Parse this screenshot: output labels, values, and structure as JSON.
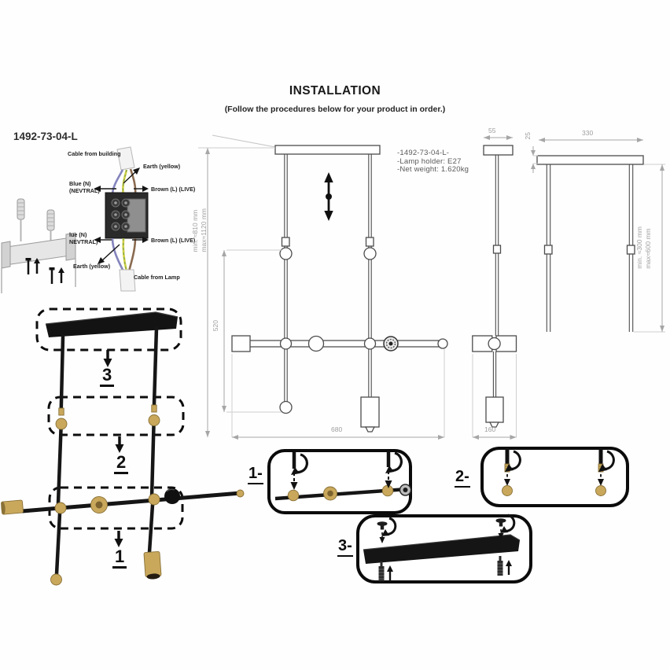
{
  "header": {
    "title": "INSTALLATION",
    "subtitle": "(Follow the procedures below for your product in order.)"
  },
  "model_code": "1492-73-04-L",
  "wiring": {
    "cable_from_building": "Cable from building",
    "earth_top": "Earth (yellow)",
    "neutral_top_line1": "Blue (N)",
    "neutral_top_line2": "(NEVTRAL)",
    "live_top": "Brown (L) (LIVE)",
    "neutral_bottom_line1": "lue (N)",
    "neutral_bottom_line2": "NEVTRAL)",
    "live_bottom": "Brown (L) (LIVE)",
    "earth_bottom": "Earth (yellow)",
    "cable_from_lamp": "Cable from Lamp"
  },
  "specs": {
    "model": "-1492-73-04-L-",
    "lamp_holder": "-Lamp holder: E27",
    "net_weight": "-Net weight: 1.620kg"
  },
  "front_view": {
    "height_min": "min. ≈810 mm",
    "height_max": "max≈1120 mm",
    "drop": "520",
    "width": "680"
  },
  "side_view": {
    "canopy_width": "55",
    "canopy_thickness": "25",
    "canopy_length": "330",
    "rod_min": "min. ≈300 mm",
    "rod_max": "max≈600 mm",
    "bar_length": "160"
  },
  "assembly": {
    "callout_3": "3",
    "callout_2": "2",
    "callout_1": "1",
    "step_1": "1-",
    "step_2": "2-",
    "step_3": "3-"
  },
  "colors": {
    "gold": "#c9a85c",
    "black": "#141414",
    "line": "#4c4c4c",
    "dim": "#9e9e9e"
  }
}
